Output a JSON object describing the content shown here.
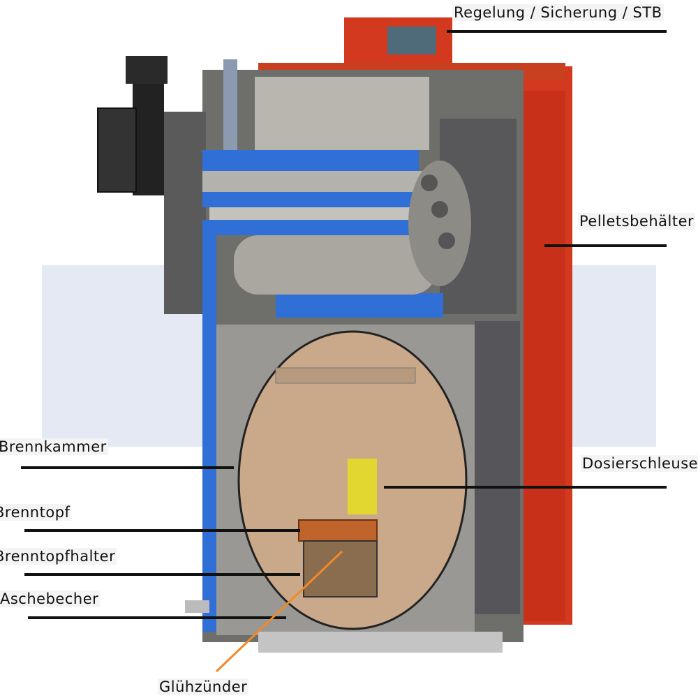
{
  "labels": {
    "control": "Regelung / Sicherung / STB",
    "pellet_container": "Pelletsbehälter",
    "dosing_lock": "Dosierschleuse",
    "combustion_chamber": "Brennkammer",
    "burn_pot": "Brenntopf",
    "burn_pot_holder": "Brenntopfhalter",
    "ash_cup": "Aschebecher",
    "glow_igniter": "Glühzünder"
  },
  "colors": {
    "red": "#d2391f",
    "blue": "#2f6fd6",
    "grey": "#8a8a86",
    "chamber": "#c9a98a",
    "igniter_line": "#f08a2a"
  }
}
